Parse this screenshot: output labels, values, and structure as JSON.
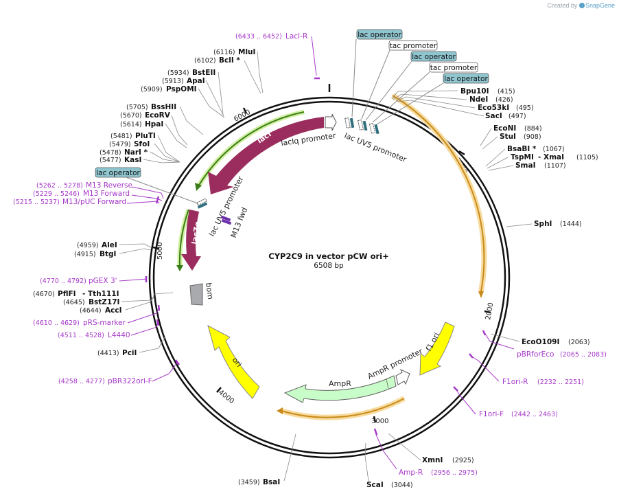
{
  "credit": {
    "prefix": "Created by",
    "brand": "SnapGene"
  },
  "plasmid": {
    "name": "CYP2C9 in vector pCW ori+",
    "size": "6508 bp"
  },
  "ticks": [
    "1000",
    "2000",
    "3000",
    "4000",
    "5000",
    "6000"
  ],
  "features": {
    "laci": "lacI",
    "laciq": "lacIq promoter",
    "lacuv5_top": "lac UV5 promoter",
    "lacuv5_left": "lac UV5 promoter",
    "m13fwd": "M13 fwd",
    "lacza": "lacZα",
    "bom": "bom",
    "ori": "ori",
    "ampr": "AmpR",
    "amprpromoter": "AmpR promoter",
    "f1ori": "f1 ori"
  },
  "boxes": {
    "lacop1": "lac operator",
    "tac1": "tac promoter",
    "lacop2": "lac operator",
    "tac2": "tac promoter",
    "lacop3": "lac operator",
    "lacop_left": "lac operator"
  },
  "enzymes": {
    "bpu10i": {
      "name": "Bpu10I",
      "pos": "(415)"
    },
    "ndei": {
      "name": "NdeI",
      "pos": "(426)"
    },
    "eco53ki": {
      "name": "Eco53kI",
      "pos": "(495)"
    },
    "saci": {
      "name": "SacI",
      "pos": "(497)"
    },
    "econi": {
      "name": "EcoNI",
      "pos": "(884)"
    },
    "stui": {
      "name": "StuI",
      "pos": "(908)"
    },
    "bsabi": {
      "name": "BsaBI *",
      "pos": "(1067)"
    },
    "tspmi": {
      "name": "TspMI",
      "pos": ""
    },
    "xmai": {
      "name": "- XmaI",
      "pos": "(1105)"
    },
    "smai": {
      "name": "SmaI",
      "pos": "(1107)"
    },
    "sphi": {
      "name": "SphI",
      "pos": "(1444)"
    },
    "ecoo109i": {
      "name": "EcoO109I",
      "pos": "(2063)"
    },
    "xmni": {
      "name": "XmnI",
      "pos": "(2925)"
    },
    "scai": {
      "name": "ScaI",
      "pos": "(3044)"
    },
    "bsai": {
      "name": "BsaI",
      "pos": "(3459)"
    },
    "pcii": {
      "name": "PciI",
      "pos": "(4413)"
    },
    "acci": {
      "name": "AccI",
      "pos": "(4644)"
    },
    "bstz17i": {
      "name": "BstZ17I",
      "pos": "(4645)"
    },
    "pflfi": {
      "name": "PflFI",
      "pos": "(4670)"
    },
    "tth111i": {
      "name": "- Tth111I",
      "pos": ""
    },
    "btgi": {
      "name": "BtgI",
      "pos": "(4915)"
    },
    "alei": {
      "name": "AleI",
      "pos": "(4959)"
    },
    "kasi": {
      "name": "KasI",
      "pos": "(5477)"
    },
    "nari": {
      "name": "NarI *",
      "pos": "(5478)"
    },
    "sfoi": {
      "name": "SfoI",
      "pos": "(5479)"
    },
    "plutI": {
      "name": "PluTI",
      "pos": "(5481)"
    },
    "hpai": {
      "name": "HpaI",
      "pos": "(5614)"
    },
    "ecorv": {
      "name": "EcoRV",
      "pos": "(5670)"
    },
    "bsshii": {
      "name": "BssHII",
      "pos": "(5705)"
    },
    "pspomi": {
      "name": "PspOMI",
      "pos": "(5909)"
    },
    "apai": {
      "name": "ApaI",
      "pos": "(5913)"
    },
    "bsteii": {
      "name": "BstEII",
      "pos": "(5934)"
    },
    "bcli": {
      "name": "BclI *",
      "pos": "(6102)"
    },
    "mlui": {
      "name": "MluI",
      "pos": "(6116)"
    }
  },
  "primers": {
    "lacir": {
      "name": "LacI-R",
      "pos": "(6433 .. 6452)"
    },
    "m13rev": {
      "name": "M13 Reverse",
      "pos": "(5262 .. 5278)"
    },
    "m13fwd": {
      "name": "M13 Forward",
      "pos": "(5229 .. 5246)"
    },
    "m13puc": {
      "name": "M13/pUC Forward",
      "pos": "(5215 .. 5237)"
    },
    "pgex3": {
      "name": "pGEX 3'",
      "pos": "(4770 .. 4792)"
    },
    "prs": {
      "name": "pRS-marker",
      "pos": "(4610 .. 4629)"
    },
    "l4440": {
      "name": "L4440",
      "pos": "(4511 .. 4528)"
    },
    "pbr322ori": {
      "name": "pBR322ori-F",
      "pos": "(4258 .. 4277)"
    },
    "pbrforeco": {
      "name": "pBRforEco",
      "pos": "(2065 .. 2083)"
    },
    "f1orir": {
      "name": "F1ori-R",
      "pos": "(2232 .. 2251)"
    },
    "f1orif": {
      "name": "F1ori-F",
      "pos": "(2442 .. 2463)"
    },
    "ampr": {
      "name": "Amp-R",
      "pos": "(2956 .. 2975)"
    }
  },
  "colors": {
    "laci": "#9b2c5e",
    "orange": "#f0b041",
    "green": "#7fc63f",
    "yellow": "#ffff00",
    "ampr": "#c8fcc8",
    "operator": "#8fc5cf",
    "primer": "#a536c8"
  }
}
